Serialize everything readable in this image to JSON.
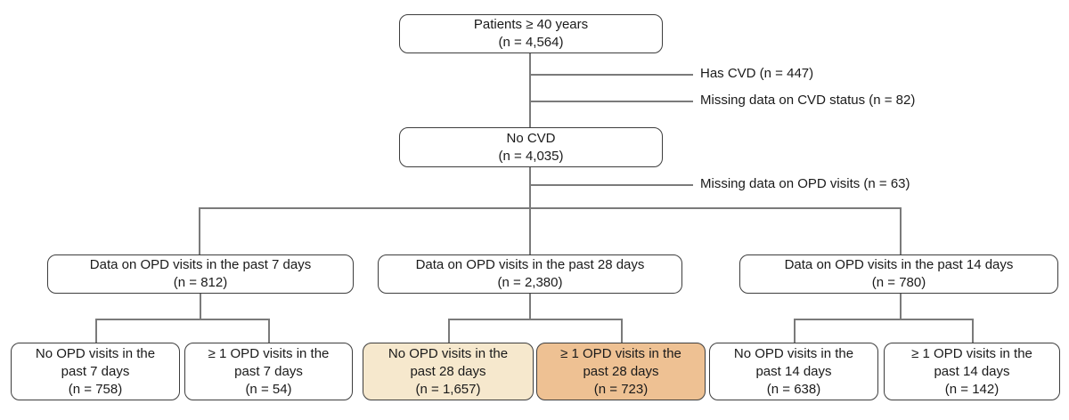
{
  "colors": {
    "highlight_light": "#f6e8cd",
    "highlight_dark": "#eec193",
    "box_border": "#3d3d3d",
    "line": "#7a7a7a",
    "text": "#1a1a1a"
  },
  "flow": {
    "patients": {
      "label": "Patients ≥ 40 years",
      "n": "(n = 4,564)"
    },
    "exclusions_cvd": [
      {
        "label": "Has CVD (n = 447)"
      },
      {
        "label": "Missing data on CVD status (n = 82)"
      }
    ],
    "no_cvd": {
      "label": "No CVD",
      "n": "(n = 4,035)"
    },
    "exclusion_opd": {
      "label": "Missing data on OPD visits (n = 63)"
    },
    "branches": [
      {
        "label": "Data on OPD visits in the past 7 days",
        "n": "(n = 812)"
      },
      {
        "label": "Data on OPD visits in the past 28 days",
        "n": "(n = 2,380)"
      },
      {
        "label": "Data on OPD visits in the past 14  days",
        "n": "(n = 780)"
      }
    ],
    "outcomes": [
      {
        "label": "No OPD visits in the past 7 days",
        "n": "(n = 758)",
        "highlight": "none"
      },
      {
        "label": "≥ 1 OPD visits in the past 7 days",
        "n": "(n = 54)",
        "highlight": "none"
      },
      {
        "label": "No OPD visits in the past 28 days",
        "n": "(n = 1,657)",
        "highlight": "light"
      },
      {
        "label": "≥ 1 OPD visits in the past 28 days",
        "n": "(n = 723)",
        "highlight": "dark"
      },
      {
        "label": "No OPD visits in the past 14 days",
        "n": "(n = 638)",
        "highlight": "none"
      },
      {
        "label": "≥ 1 OPD visits in the past 14 days",
        "n": "(n = 142)",
        "highlight": "none"
      }
    ]
  }
}
